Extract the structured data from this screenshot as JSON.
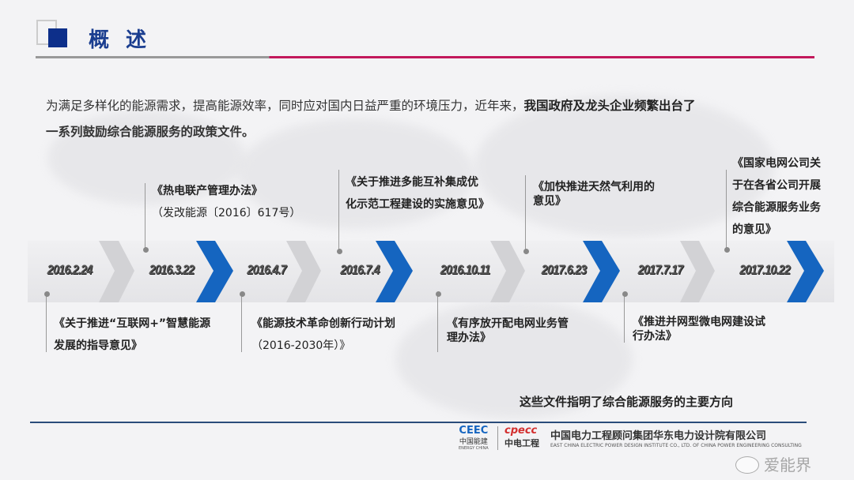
{
  "header": {
    "title": "概 述"
  },
  "intro": {
    "line1_normal": "为满足多样化的能源需求，提高能源效率，同时应对国内日益严重的环境压力，近年来，",
    "line1_bold": "我国政府及龙头企业频繁出台了",
    "line2": "一系列鼓励综合能源服务的政策文件。"
  },
  "timeline": {
    "dates": [
      "2016.2.24",
      "2016.3.22",
      "2016.4.7",
      "2016.7.4",
      "2016.10.11",
      "2017.6.23",
      "2017.7.17",
      "2017.10.22"
    ],
    "docs": [
      [
        "《关于推进“互联网+”智慧能源",
        "发展的指导意见》"
      ],
      [
        "《热电联产管理办法》",
        "（发改能源〔2016〕617号）"
      ],
      [
        "《能源技术革命创新行动计划",
        "（2016-2030年）》"
      ],
      [
        "《关于推进多能互补集成优",
        "化示范工程建设的实施意见》"
      ],
      [
        "《有序放开配电网业务管",
        "理办法》"
      ],
      [
        "《加快推进天然气利用的",
        "意见》"
      ],
      [
        "《推进并网型微电网建设试",
        "行办法》"
      ],
      [
        "《国家电网公司关",
        "于在各省公司开展",
        "综合能源服务业务",
        "的意见》"
      ]
    ]
  },
  "note": "这些文件指明了综合能源服务的主要方向",
  "footer": {
    "logo1_mark": "CEEC",
    "logo1_cn": "中国能建",
    "logo1_en": "ENERGY CHINA",
    "logo2_mark": "cpecc",
    "logo2_cn": "中电工程",
    "company_cn": "中国电力工程顾问集团华东电力设计院有限公司",
    "company_en": "EAST CHINA ELECTRIC POWER DESIGN INSTITUTE CO., LTD. OF CHINA POWER ENGINEERING CONSULTING GROUP CORPORATION",
    "watermark": "爱能界"
  },
  "colors": {
    "blue": "#1565c0",
    "navy": "#0d2f8a",
    "crimson": "#c2185b"
  }
}
